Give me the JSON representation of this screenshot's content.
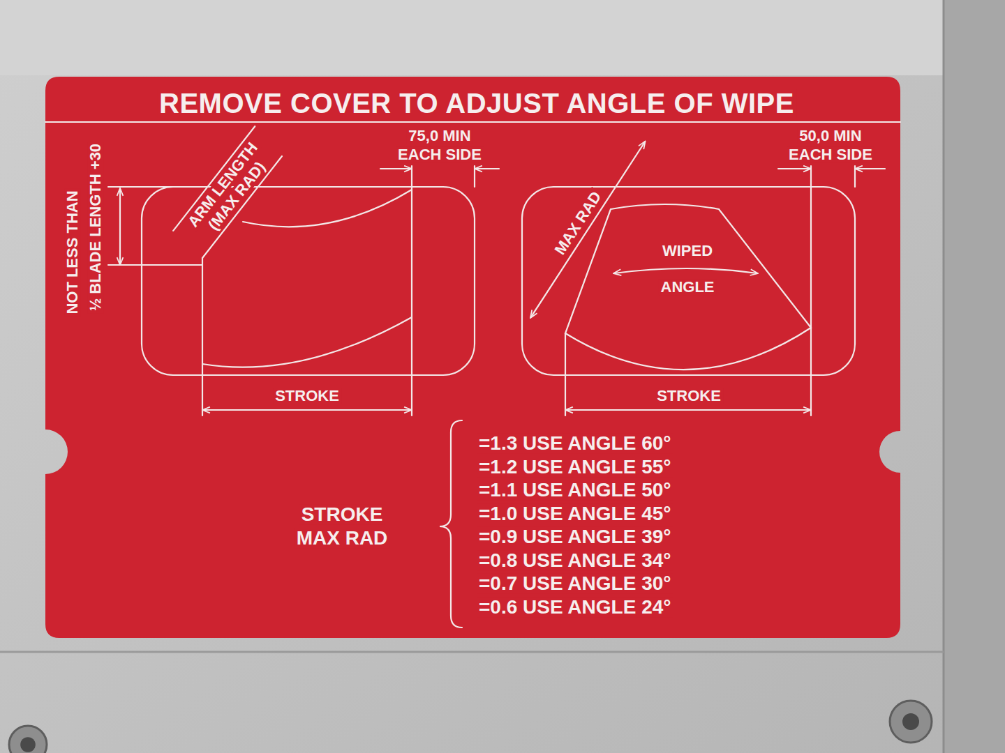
{
  "diagram": {
    "title": "REMOVE COVER TO ADJUST ANGLE OF WIPE",
    "labels": [
      "NOT LESS THAN",
      "½ BLADE LENGTH +30",
      "ARM LENGTH",
      "(MAX RAD)",
      "75,0 MIN",
      "EACH SIDE",
      "STROKE",
      "MAX RAD",
      "WIPED",
      "ANGLE",
      "50,0 MIN",
      "EACH SIDE",
      "STROKE",
      "STROKE",
      "MAX RAD",
      "=1.3 USE ANGLE 60°",
      "=1.2 USE ANGLE 55°",
      "=1.1 USE ANGLE 50°",
      "=1.0 USE ANGLE 45°",
      "=0.9 USE ANGLE 39°",
      "=0.8 USE ANGLE 34°",
      "=0.7 USE ANGLE 30°",
      "=0.6 USE ANGLE 24°"
    ]
  }
}
